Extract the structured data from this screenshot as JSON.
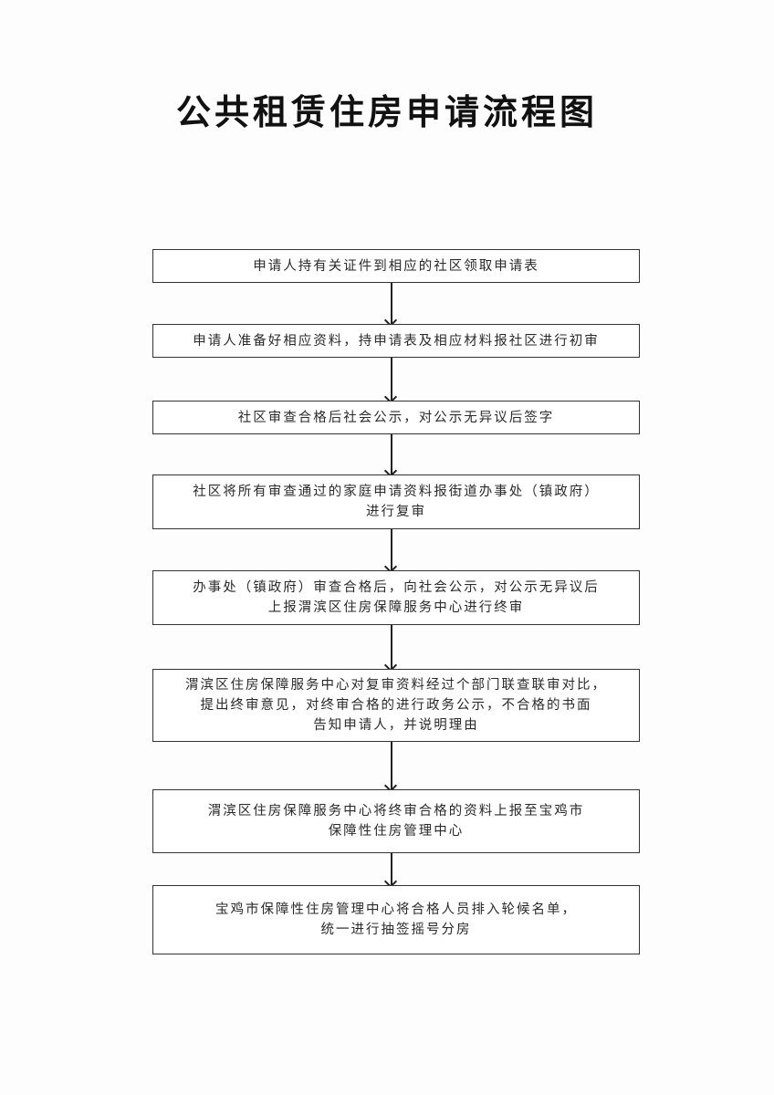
{
  "title": "公共租赁住房申请流程图",
  "steps": [
    "申请人持有关证件到相应的社区领取申请表",
    "申请人准备好相应资料，持申请表及相应材料报社区进行初审",
    "社区审查合格后社会公示，对公示无异议后签字",
    "社区将所有审查通过的家庭申请资料报街道办事处（镇政府）\n进行复审",
    "办事处（镇政府）审查合格后，向社会公示，对公示无异议后\n上报渭滨区住房保障服务中心进行终审",
    "渭滨区住房保障服务中心对复审资料经过个部门联查联审对比，\n提出终审意见，对终审合格的进行政务公示，不合格的书面\n告知申请人，并说明理由",
    "渭滨区住房保障服务中心将终审合格的资料上报至宝鸡市\n保障性住房管理中心",
    "宝鸡市保障性住房管理中心将合格人员排入轮候名单，\n统一进行抽签摇号分房"
  ]
}
